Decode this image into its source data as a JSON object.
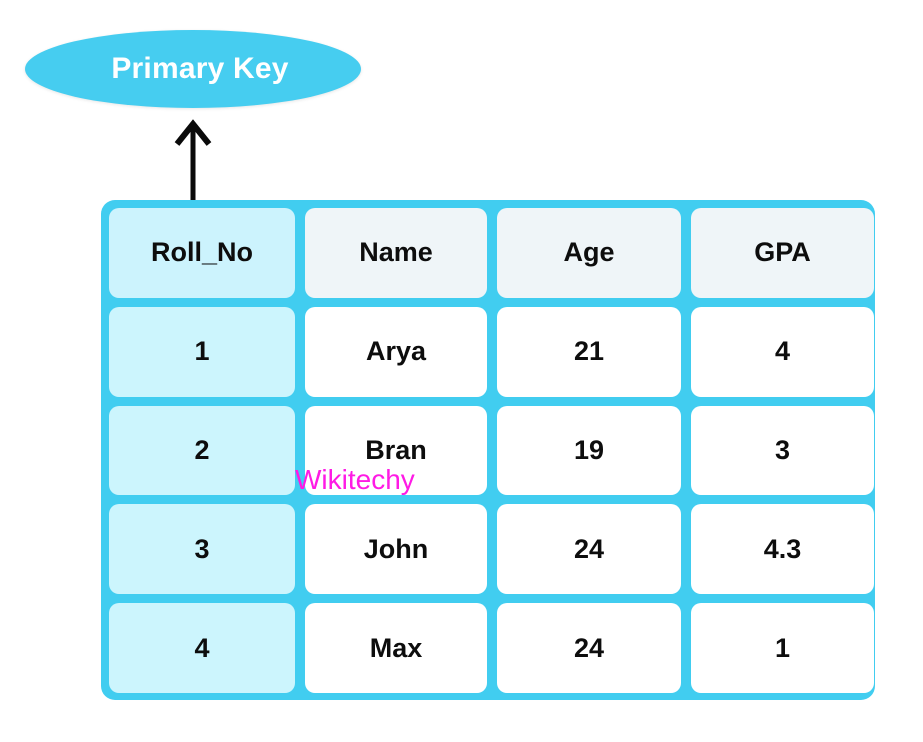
{
  "diagram": {
    "title": "Primary Key",
    "annotation": {
      "label": "Primary Key",
      "points_to_column": "Roll_No",
      "arrow_icon": "up-arrow-icon"
    },
    "watermark": "Wikitechy",
    "colors": {
      "accent_cyan": "#41cdf0",
      "ellipse_fill": "#46cdf0",
      "ellipse_text": "#ffffff",
      "key_column_fill": "#ccf5fd",
      "header_cell_fill": "#eff5f8",
      "cell_fill": "#ffffff",
      "cell_text": "#0d0d0d",
      "watermark_text": "#ff1ae5",
      "arrow_stroke": "#000000",
      "page_background": "#ffffff"
    }
  },
  "table": {
    "columns": [
      {
        "key": "roll_no",
        "label": "Roll_No",
        "is_primary_key": true
      },
      {
        "key": "name",
        "label": "Name",
        "is_primary_key": false
      },
      {
        "key": "age",
        "label": "Age",
        "is_primary_key": false
      },
      {
        "key": "gpa",
        "label": "GPA",
        "is_primary_key": false
      }
    ],
    "rows": [
      {
        "roll_no": "1",
        "name": "Arya",
        "age": "21",
        "gpa": "4"
      },
      {
        "roll_no": "2",
        "name": "Bran",
        "age": "19",
        "gpa": "3"
      },
      {
        "roll_no": "3",
        "name": "John",
        "age": "24",
        "gpa": "4.3"
      },
      {
        "roll_no": "4",
        "name": "Max",
        "age": "24",
        "gpa": "1"
      }
    ]
  }
}
